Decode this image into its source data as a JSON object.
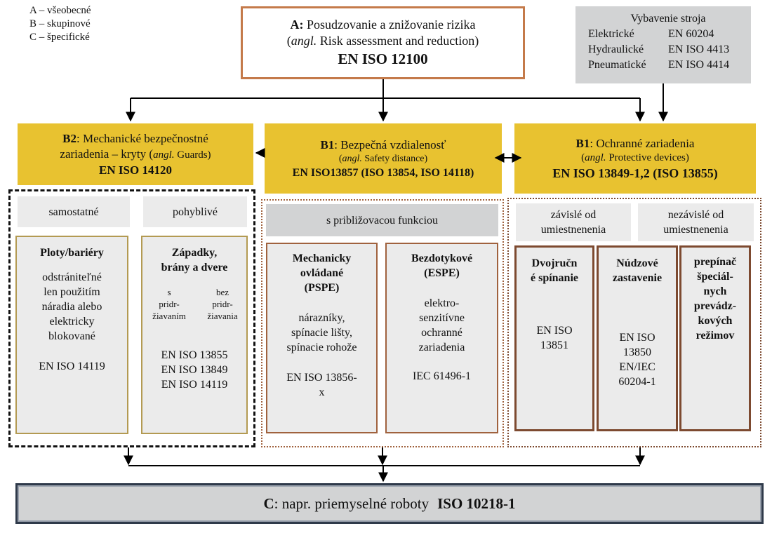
{
  "legend": [
    "A – všeobecné",
    "B – skupinové",
    "C – špecifické"
  ],
  "box_a": {
    "prefix": "A:",
    "title": "Posudzovanie a znižovanie rizika",
    "angl_prefix": "angl.",
    "angl_text": "Risk assessment and reduction",
    "standard": "EN ISO 12100"
  },
  "machine_equipment": {
    "title": "Vybavenie stroja",
    "rows": [
      {
        "name": "Elektrické",
        "standard": "EN 60204"
      },
      {
        "name": "Hydraulické",
        "standard": "EN ISO 4413"
      },
      {
        "name": "Pneumatické",
        "standard": "EN ISO 4414"
      }
    ]
  },
  "b2": {
    "prefix": "B2",
    "title_line1": ": Mechanické bezpečnostné",
    "title_line2": "zariadenia – kryty (",
    "angl_prefix": "angl.",
    "angl_text": " Guards)",
    "standard": "EN ISO 14120"
  },
  "b1_distance": {
    "prefix": "B1",
    "title": ": Bezpečná vzdialenosť",
    "angl_prefix": "angl.",
    "angl_text": " Safety distance)",
    "standard": "EN ISO13857 (ISO 13854, ISO 14118)"
  },
  "b1_devices": {
    "prefix": "B1",
    "title": ": Ochranné zariadenia",
    "angl_prefix": "angl.",
    "angl_text": " Protective devices)",
    "standard": "EN ISO 13849-1,2 (ISO 13855)"
  },
  "guards_section": {
    "fixed_label": "samostatné",
    "movable_label": "pohyblivé",
    "fences": {
      "title": "Ploty/bariéry",
      "desc": [
        "odstrániteľné",
        "len použitím",
        "náradia alebo",
        "elektricky",
        "blokované"
      ],
      "standard": "EN ISO 14119"
    },
    "gates": {
      "title": [
        "Západky,",
        "brány a dvere"
      ],
      "left_col": [
        "s",
        "pridr-",
        "žiavaním"
      ],
      "right_col": [
        "bez",
        "pridr-",
        "žiavania"
      ],
      "standards": [
        "EN ISO 13855",
        "EN ISO 13849",
        "EN ISO 14119"
      ]
    }
  },
  "distance_section": {
    "header": "s približovacou funkciou",
    "pspe": {
      "title": [
        "Mechanicky",
        "ovládané",
        "(PSPE)"
      ],
      "desc": [
        "nárazníky,",
        "spínacie lišty,",
        "spínacie rohože"
      ],
      "standard": [
        "EN ISO 13856-",
        "x"
      ]
    },
    "espe": {
      "title": [
        "Bezdotykové",
        "(ESPE)"
      ],
      "desc": [
        "elektro-",
        "senzitívne",
        "ochranné",
        "zariadenia"
      ],
      "standard": "IEC 61496-1"
    }
  },
  "devices_section": {
    "dependent": [
      "závislé od",
      "umiestnenenia"
    ],
    "independent": [
      "nezávislé od",
      "umiestnenenia"
    ],
    "two_hand": {
      "title": [
        "Dvojručn",
        "é spínanie"
      ],
      "standard": [
        "EN ISO",
        "13851"
      ]
    },
    "emergency": {
      "title": [
        "Núdzové",
        "zastavenie"
      ],
      "standard": [
        "EN ISO",
        "13850",
        "EN/IEC",
        "60204-1"
      ]
    },
    "mode_switch": {
      "title": [
        "prepínač",
        "špeciál-",
        "nych",
        "prevádz-",
        "kových",
        "režimov"
      ]
    }
  },
  "box_c": {
    "prefix": "C",
    "text": ": napr. priemyselné roboty",
    "standard": "ISO 10218-1"
  }
}
